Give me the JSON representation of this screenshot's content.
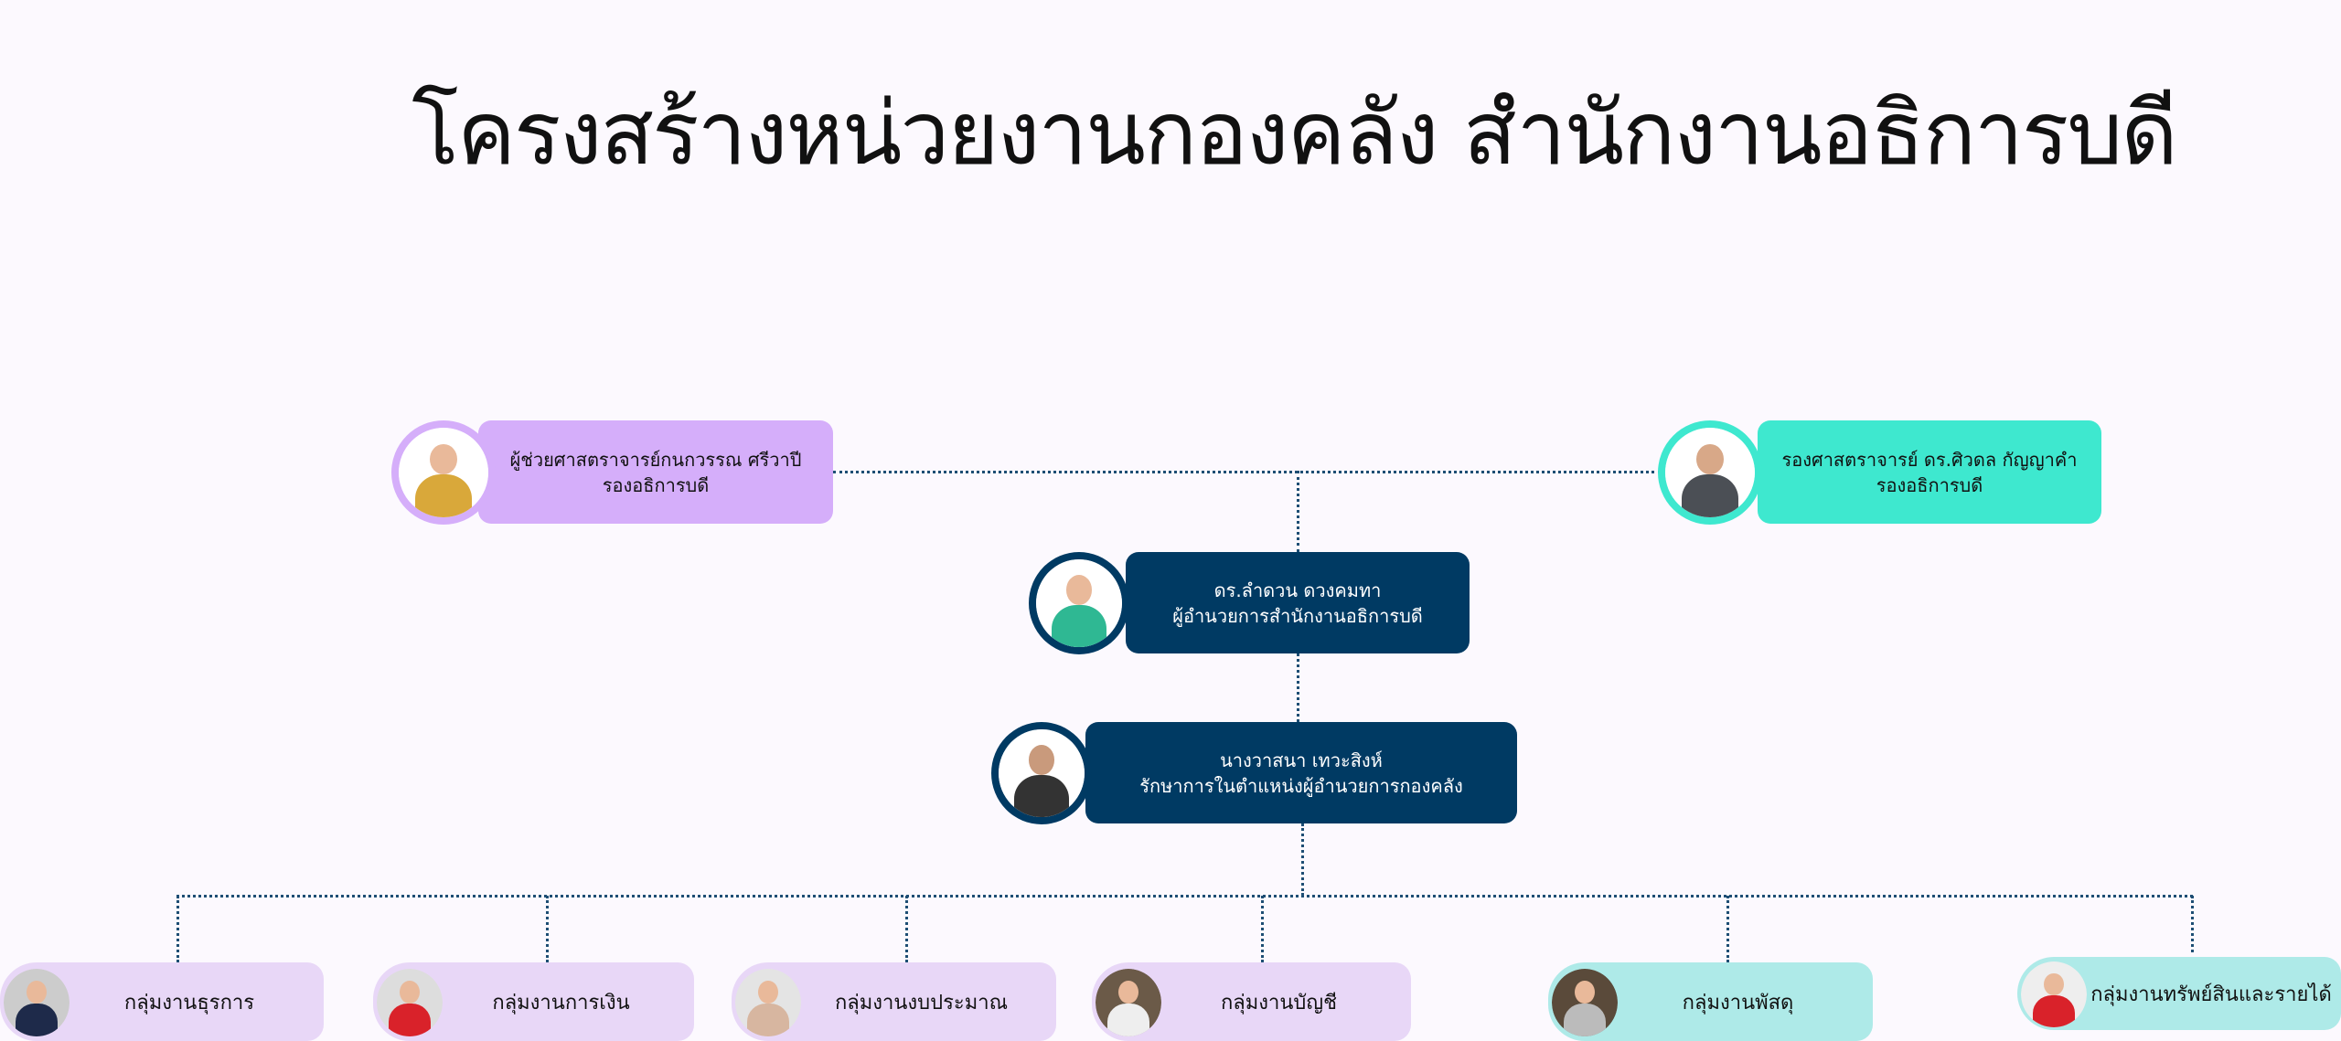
{
  "title": "โครงสร้างหน่วยงานกองคลัง สำนักงานอธิการบดี",
  "executives": {
    "vp_left": {
      "name": "ผู้ช่วยศาสตราจารย์กนกวรรณ ศรีวาปี",
      "position": "รองอธิการบดี"
    },
    "vp_right": {
      "name": "รองศาสตราจารย์ ดร.ศิวดล กัญญาคำ",
      "position": "รองอธิการบดี"
    },
    "director": {
      "name": "ดร.ลำดวน ดวงคมทา",
      "position": "ผู้อำนวยการสำนักงานอธิการบดี"
    },
    "acting_director": {
      "name": "นางวาสนา เทวะสิงห์",
      "position": "รักษาการในตำแหน่งผู้อำนวยการกองคลัง"
    }
  },
  "groups": [
    {
      "label": "กลุ่มงานธุรการ"
    },
    {
      "label": "กลุ่มงานการเงิน"
    },
    {
      "label": "กลุ่มงานงบประมาณ"
    },
    {
      "label": "กลุ่มงานบัญชี"
    },
    {
      "label": "กลุ่มงานพัสดุ"
    },
    {
      "label": "กลุ่มงานทรัพย์สินและรายได้"
    }
  ],
  "colors": {
    "purple": "#d5aefa",
    "teal": "#3ee8cf",
    "navy": "#003a63",
    "lavender": "#e8d7f7",
    "light_teal": "#aeeae8",
    "connector": "#1e4e74"
  }
}
